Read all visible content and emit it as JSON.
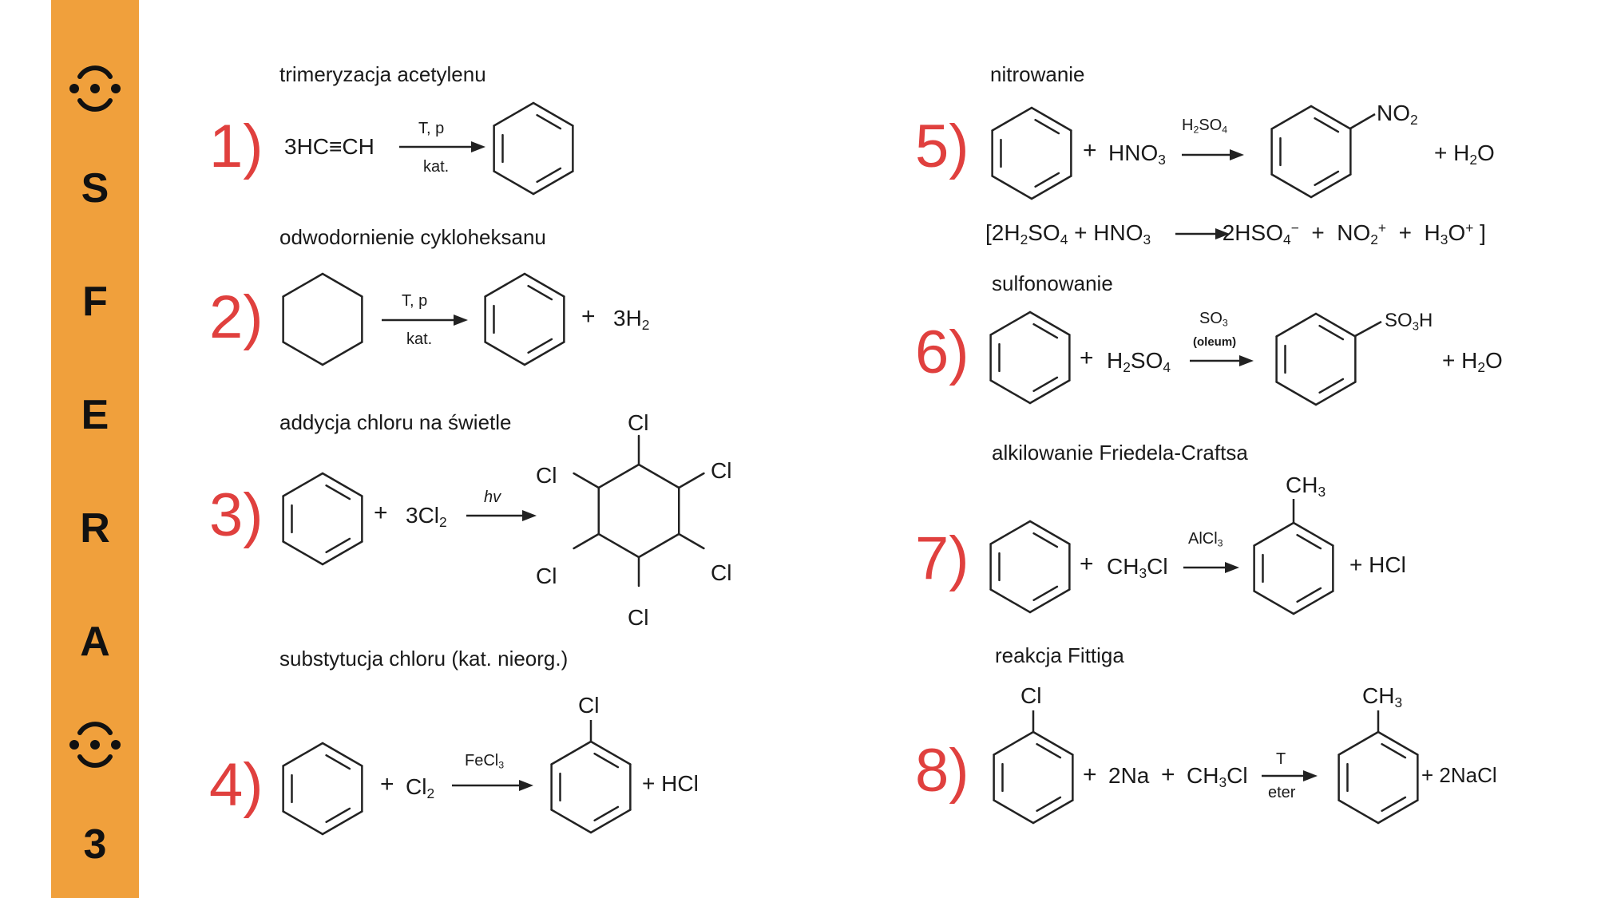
{
  "sidebar": {
    "letters": [
      "S",
      "F",
      "E",
      "R",
      "A",
      "3"
    ],
    "color": "#f0a03c",
    "logo_icon": "smiley-face-logo-icon"
  },
  "colors": {
    "number": "#e0403e",
    "text": "#1a1a1a"
  },
  "reactions": [
    {
      "num": "1)",
      "title": "trimeryzacja acetylenu",
      "reactant": "3HC≡CH",
      "above": "T, p",
      "below": "kat."
    },
    {
      "num": "2)",
      "title": "odwodornienie cykloheksanu",
      "above": "T, p",
      "below": "kat.",
      "plus": "+",
      "coef": "3H",
      "sub": "2"
    },
    {
      "num": "3)",
      "title": "addycja chloru na świetle",
      "plus": "+",
      "coef": "3Cl",
      "sub": "2",
      "above": "hv",
      "substituent": "Cl"
    },
    {
      "num": "4)",
      "title": "substytucja chloru (kat. nieorg.)",
      "plus": "+",
      "reagent": "Cl",
      "sub": "2",
      "cat": "FeCl",
      "cat_sub": "3",
      "substituent": "Cl",
      "product": "+ HCl"
    },
    {
      "num": "5)",
      "title": "nitrowanie",
      "plus": "+",
      "reagent": "HNO",
      "reagent_sub": "3",
      "cat": "H",
      "cat_sub1": "2",
      "cat_mid": "SO",
      "cat_sub2": "4",
      "group": "NO",
      "group_sub": "2",
      "water": "+ H",
      "water_sub": "2",
      "water_o": "O",
      "eq": {
        "open": "[",
        "a": "2H",
        "a_s1": "2",
        "a_m": "SO",
        "a_s2": "4",
        "plus1": "+",
        "b": "HNO",
        "b_s": "3",
        "c": "2HSO",
        "c_s": "4",
        "c_charge": "−",
        "plus2": "+",
        "d": "NO",
        "d_s": "2",
        "d_charge": "+",
        "plus3": "+",
        "e": "H",
        "e_s": "3",
        "e_o": "O",
        "e_charge": "+",
        "close": "]"
      }
    },
    {
      "num": "6)",
      "title": "sulfonowanie",
      "plus": "+",
      "reagent": "H",
      "r_s1": "2",
      "r_m": "SO",
      "r_s2": "4",
      "cat": "SO",
      "cat_sub": "3",
      "cat_note": "(oleum)",
      "group": "SO",
      "group_sub": "3",
      "group_end": "H",
      "water": "+ H",
      "water_sub": "2",
      "water_o": "O"
    },
    {
      "num": "7)",
      "title": "alkilowanie Friedela-Craftsa",
      "plus": "+",
      "reagent": "CH",
      "r_s": "3",
      "r_end": "Cl",
      "cat": "AlCl",
      "cat_sub": "3",
      "group": "CH",
      "group_sub": "3",
      "product": "+ HCl"
    },
    {
      "num": "8)",
      "title": "reakcja Fittiga",
      "substituent": "Cl",
      "plus1": "+",
      "reagent1": "2Na",
      "plus2": "+",
      "reagent2": "CH",
      "r2_s": "3",
      "r2_end": "Cl",
      "above": "T",
      "below": "eter",
      "group": "CH",
      "group_sub": "3",
      "product": "+ 2NaCl"
    }
  ]
}
